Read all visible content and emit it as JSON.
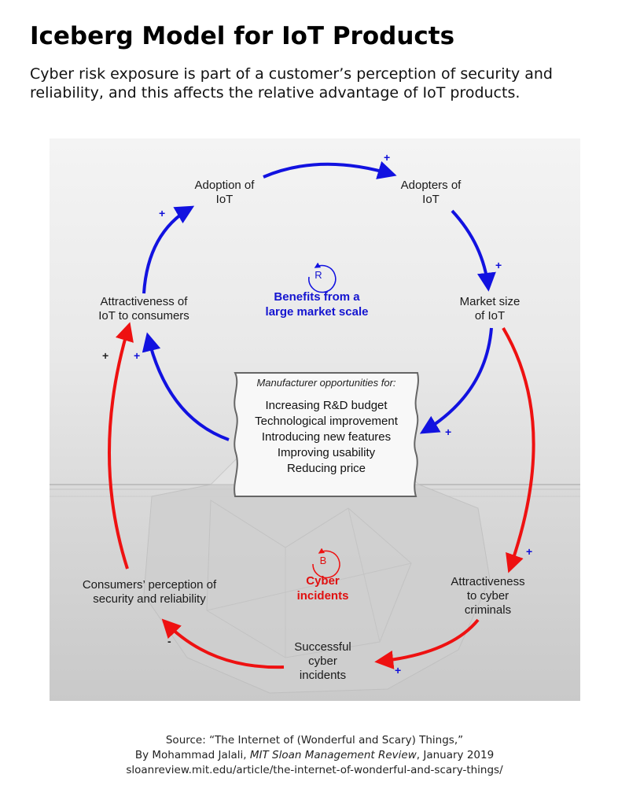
{
  "title": "Iceberg Model for IoT Products",
  "subtitle": "Cyber risk exposure is part of a customer’s perception of security and reliability, and this affects the relative advantage of IoT products.",
  "diagram": {
    "nodes": {
      "adoption": "Adoption of\nIoT",
      "adopters": "Adopters of\nIoT",
      "market_size": "Market size\nof IoT",
      "attractiveness_consumers": "Attractiveness of\nIoT to consumers",
      "consumers_perception": "Consumers’ perception of\nsecurity and reliability",
      "attractiveness_criminals": "Attractiveness\nto cyber\ncriminals",
      "successful_incidents": "Successful\ncyber\nincidents"
    },
    "loops": {
      "reinforcing": {
        "letter": "R",
        "label": "Benefits from a\nlarge market scale",
        "color": "#1515d0"
      },
      "balancing": {
        "letter": "B",
        "label": "Cyber\nincidents",
        "color": "#e01010"
      }
    },
    "signs": {
      "plus": "+",
      "minus": "-"
    },
    "box": {
      "header": "Manufacturer opportunities for:",
      "items": [
        "Increasing R&D budget",
        "Technological improvement",
        "Introducing new features",
        "Improving usability",
        "Reducing price"
      ]
    },
    "colors": {
      "blue_arrow": "#1212e0",
      "red_arrow": "#ee1111",
      "sky": "#ececec",
      "water": "#d6d6d6"
    }
  },
  "source": {
    "line1": "Source: “The Internet of (Wonderful and Scary) Things,”",
    "line2_prefix": "By Mohammad Jalali, ",
    "line2_publication": "MIT Sloan Management Review",
    "line2_suffix": ", January 2019",
    "line3": "sloanreview.mit.edu/article/the-internet-of-wonderful-and-scary-things/"
  }
}
